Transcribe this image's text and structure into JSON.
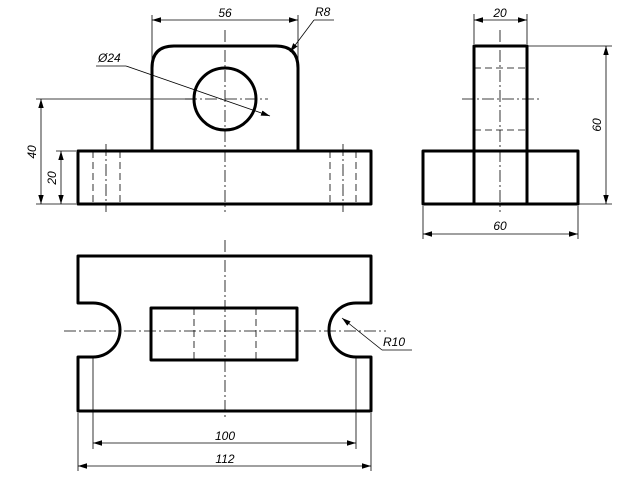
{
  "dimensions": {
    "front_width": "56",
    "front_radius": "R8",
    "hole_diameter": "Ø24",
    "total_height": "40",
    "base_height": "20",
    "side_width": "20",
    "side_height": "60",
    "side_depth": "60",
    "slot_radius": "R10",
    "slot_center_distance": "100",
    "total_length": "112"
  }
}
